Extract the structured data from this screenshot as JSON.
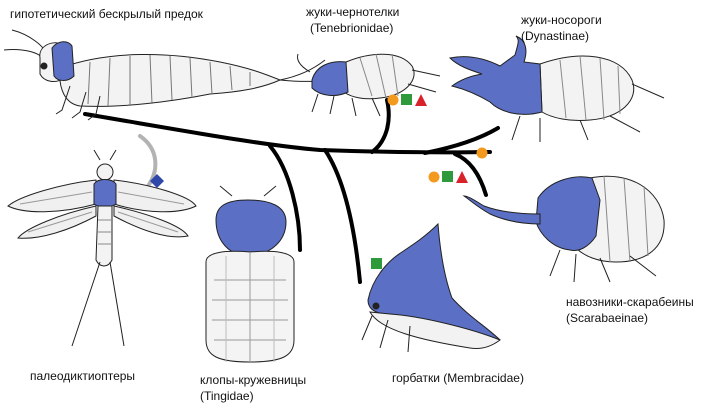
{
  "labels": {
    "ancestor": "гипотетический бескрылый предок",
    "tenebrionidae_name": "жуки-чернотелки",
    "tenebrionidae_latin": "(Tenebrionidae)",
    "dynastinae_name": "жуки-носороги",
    "dynastinae_latin": "(Dynastinae)",
    "scarabaeinae_name": "навозники-скарабеины",
    "scarabaeinae_latin": "(Scarabaeinae)",
    "palaeodictyoptera": "палеодиктиоптеры",
    "tingidae_name": "клопы-кружевницы",
    "tingidae_latin": "(Tingidae)",
    "membracidae": "горбатки (Membracidae)"
  },
  "colors": {
    "highlight_blue": "#5b6fc4",
    "marker_orange": "#f39a1e",
    "marker_green": "#2e9a3c",
    "marker_red": "#d9232a",
    "marker_blue": "#2f47a8",
    "tree_line": "#000000",
    "extinct_branch": "#b3b3b3"
  },
  "markers": {
    "tenebrionidae": [
      "orange-circle",
      "green-square",
      "red-triangle"
    ],
    "dynastinae": [
      "orange-circle"
    ],
    "scarabaeinae": [
      "orange-circle",
      "green-square",
      "red-triangle"
    ],
    "palaeodictyoptera": [
      "blue-diamond"
    ],
    "membracidae": [
      "green-square"
    ]
  }
}
